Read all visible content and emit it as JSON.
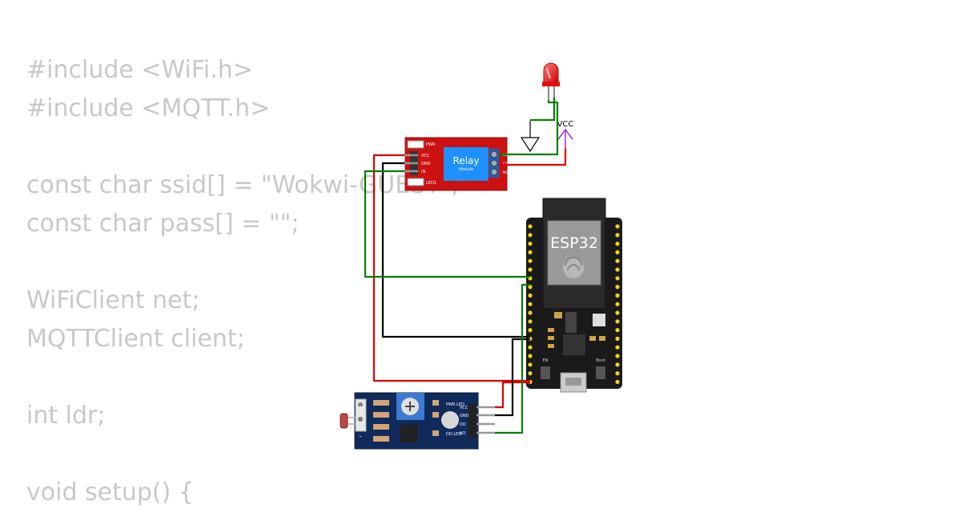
{
  "code": {
    "lines": [
      "#include <WiFi.h>",
      "#include <MQTT.h>",
      "",
      "const char ssid[] = \"Wokwi-GUEST\";",
      "const char pass[] = \"\";",
      "",
      "WiFiClient net;",
      "MQTTClient client;",
      "",
      "int ldr;",
      "",
      "void setup() {"
    ]
  },
  "circuit": {
    "vcc_label": "VCC",
    "relay": {
      "title": "Relay",
      "subtitle": "Module",
      "pwr": "PWR",
      "vcc": "VCC",
      "gnd": "GND",
      "in": "IN",
      "led": "LED1",
      "com": "COM",
      "nc": "NC",
      "no": "NO"
    },
    "esp32": {
      "title": "ESP32",
      "en": "EN",
      "boot": "Boot"
    },
    "ldr": {
      "plus": "+",
      "minus": "-",
      "pwr_led": "PWR LED",
      "do_led": "DO LED",
      "vcc": "VCC",
      "gnd": "GND",
      "do": "DO",
      "ao": "AO"
    }
  },
  "colors": {
    "wire_red": "#e00000",
    "wire_green": "#008000",
    "wire_black": "#000000",
    "relay_board": "#cc1111",
    "relay_block": "#1e90ff",
    "esp_board": "#1a1a1a",
    "sensor_board": "#102a5c",
    "led_red": "#ff2a2a",
    "vcc_arrow": "#9b30c8"
  }
}
